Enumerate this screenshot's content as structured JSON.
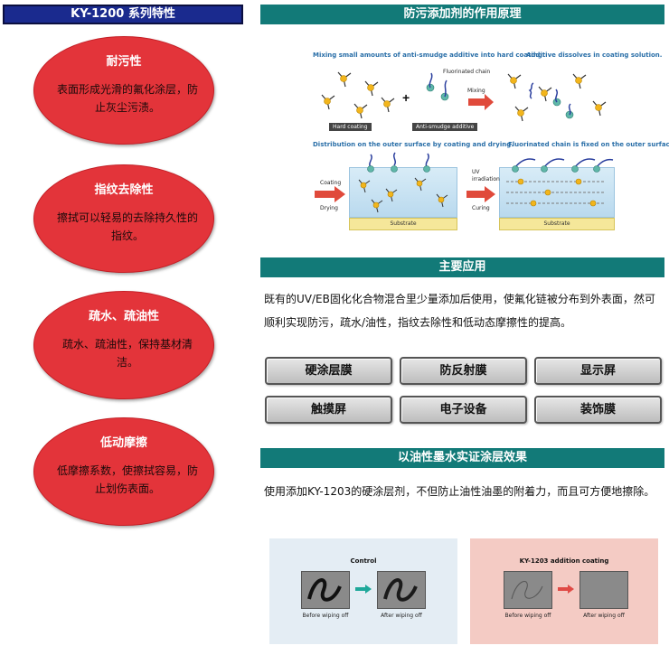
{
  "left": {
    "header": "KY-1200 系列特性",
    "features": [
      {
        "title": "耐污性",
        "desc": "表面形成光滑的氟化涂层，防止灰尘污渍。"
      },
      {
        "title": "指纹去除性",
        "desc": "擦拭可以轻易的去除持久性的指纹。"
      },
      {
        "title": "疏水、疏油性",
        "desc": "疏水、疏油性，保持基材清洁。"
      },
      {
        "title": "低动摩擦",
        "desc": "低摩擦系数，使擦拭容易，防止划伤表面。"
      }
    ]
  },
  "principle": {
    "title": "防污添加剂的作用原理",
    "caption1": "Mixing small amounts of anti-smudge additive into hard coating.",
    "caption2": "Additive dissolves in coating solution.",
    "caption3": "Distribution on the outer surface by coating and drying.",
    "caption4": "Fluorinated chain is fixed on the outer surface.",
    "fluorinated_chain": "Fluorinated chain",
    "plus": "+",
    "mixing": "Mixing",
    "hard_coating": "Hard coating",
    "anti_smudge_additive": "Anti-smudge additive",
    "coating": "Coating",
    "drying": "Drying",
    "uv_irradiation": "UV irradiation",
    "curing": "Curing",
    "substrate_left": "Substrate",
    "substrate_right": "Substrate"
  },
  "applications": {
    "title": "主要应用",
    "text": "既有的UV/EB固化化合物混合里少量添加后使用，使氟化链被分布到外表面，然可顺利实现防污，疏水/油性，指纹去除性和低动态摩擦性的提高。",
    "buttons": [
      "硬涂层膜",
      "防反射膜",
      "显示屏",
      "触摸屏",
      "电子设备",
      "装饰膜"
    ]
  },
  "ink_test": {
    "title": "以油性墨水实证涂层效果",
    "text": "使用添加KY-1203的硬涂层剂，不但防止油性油墨的附着力，而且可方便地擦除。",
    "control_title": "Control",
    "addition_title": "KY-1203 addition coating",
    "before": "Before wiping off",
    "after": "After wiping off",
    "control_bg": "#e4edf4",
    "addition_bg": "#f4cbc4",
    "control_arrow": "#1fa89a",
    "addition_arrow": "#e04a45"
  },
  "colors": {
    "left_header_bg": "#1a2a8e",
    "ellipse_red": "#e3343a",
    "bar_teal": "#127a78"
  }
}
